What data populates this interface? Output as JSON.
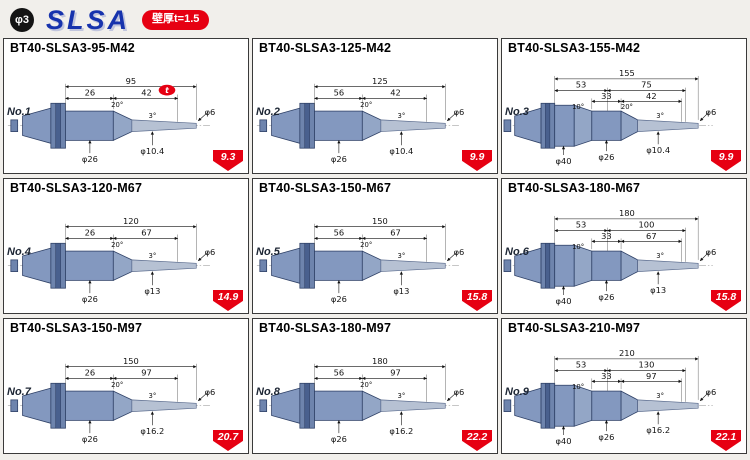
{
  "header": {
    "phi_badge": "φ3",
    "logo": "SLSA",
    "wall_badge": "壁厚t=1.5"
  },
  "cells": [
    {
      "type": "simple",
      "title": "BT40-SLSA3-95-M42",
      "no": "No.1",
      "weight": "9.3",
      "dims": {
        "total": "95",
        "d1": "26",
        "d2": "42",
        "angle1": "20°",
        "angle2": "3°",
        "tip": "φ6",
        "nose": "φ10.4",
        "body": "φ26",
        "t": "t"
      }
    },
    {
      "type": "simple",
      "title": "BT40-SLSA3-125-M42",
      "no": "No.2",
      "weight": "9.9",
      "dims": {
        "total": "125",
        "d1": "56",
        "d2": "42",
        "angle1": "20°",
        "angle2": "3°",
        "tip": "φ6",
        "nose": "φ10.4",
        "body": "φ26"
      }
    },
    {
      "type": "ext",
      "title": "BT40-SLSA3-155-M42",
      "no": "No.3",
      "weight": "9.9",
      "dims": {
        "total": "155",
        "d1": "53",
        "d2": "75",
        "d3": "33",
        "d4": "42",
        "angle0": "10°",
        "angle1": "20°",
        "angle2": "3°",
        "tip": "φ6",
        "nose": "φ10.4",
        "body": "φ26",
        "big": "φ40"
      }
    },
    {
      "type": "simple",
      "title": "BT40-SLSA3-120-M67",
      "no": "No.4",
      "weight": "14.9",
      "dims": {
        "total": "120",
        "d1": "26",
        "d2": "67",
        "angle1": "20°",
        "angle2": "3°",
        "tip": "φ6",
        "nose": "φ13",
        "body": "φ26"
      }
    },
    {
      "type": "simple",
      "title": "BT40-SLSA3-150-M67",
      "no": "No.5",
      "weight": "15.8",
      "dims": {
        "total": "150",
        "d1": "56",
        "d2": "67",
        "angle1": "20°",
        "angle2": "3°",
        "tip": "φ6",
        "nose": "φ13",
        "body": "φ26"
      }
    },
    {
      "type": "ext",
      "title": "BT40-SLSA3-180-M67",
      "no": "No.6",
      "weight": "15.8",
      "dims": {
        "total": "180",
        "d1": "53",
        "d2": "100",
        "d3": "33",
        "d4": "67",
        "angle0": "10°",
        "angle2": "3°",
        "tip": "φ6",
        "nose": "φ13",
        "body": "φ26",
        "big": "φ40"
      }
    },
    {
      "type": "simple",
      "title": "BT40-SLSA3-150-M97",
      "no": "No.7",
      "weight": "20.7",
      "dims": {
        "total": "150",
        "d1": "26",
        "d2": "97",
        "angle1": "20°",
        "angle2": "3°",
        "tip": "φ6",
        "nose": "φ16.2",
        "body": "φ26"
      }
    },
    {
      "type": "simple",
      "title": "BT40-SLSA3-180-M97",
      "no": "No.8",
      "weight": "22.2",
      "dims": {
        "total": "180",
        "d1": "56",
        "d2": "97",
        "angle1": "20°",
        "angle2": "3°",
        "tip": "φ6",
        "nose": "φ16.2",
        "body": "φ26"
      }
    },
    {
      "type": "ext",
      "title": "BT40-SLSA3-210-M97",
      "no": "No.9",
      "weight": "22.1",
      "dims": {
        "total": "210",
        "d1": "53",
        "d2": "130",
        "d3": "33",
        "d4": "97",
        "angle0": "10°",
        "angle2": "3°",
        "tip": "φ6",
        "nose": "φ16.2",
        "body": "φ26",
        "big": "φ40"
      }
    }
  ]
}
